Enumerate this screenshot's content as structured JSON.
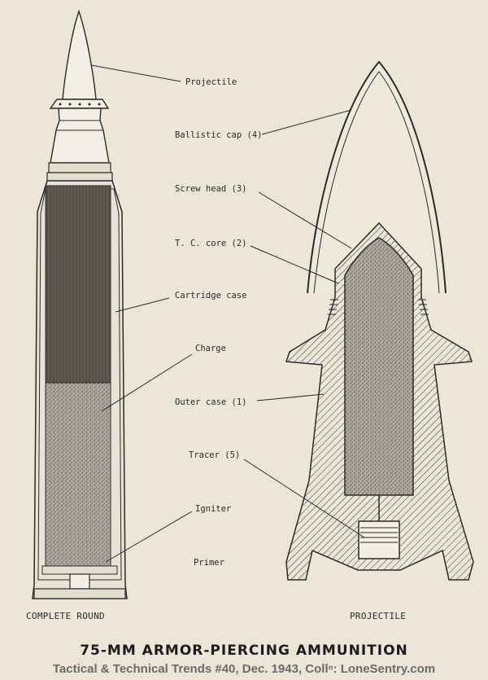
{
  "figure": {
    "title": "75-MM ARMOR-PIERCING AMMUNITION",
    "credit": "Tactical & Technical Trends #40, Dec. 1943, Collⁿ: LoneSentry.com"
  },
  "left_view": {
    "caption": "COMPLETE ROUND",
    "labels": {
      "projectile": "Projectile",
      "cartridge_case": "Cartridge case",
      "charge": "Charge",
      "igniter": "Igniter",
      "primer": "Primer"
    }
  },
  "right_view": {
    "caption": "PROJECTILE",
    "labels": {
      "ballistic_cap": "Ballistic cap (4)",
      "screw_head": "Screw  head (3)",
      "tc_core": "T. C. core (2)",
      "outer_case": "Outer case (1)",
      "tracer": "Tracer (5)"
    }
  },
  "colors": {
    "paper": "#ece6d8",
    "ink": "#2a2a2a",
    "powder": "#aaa59a",
    "case_dark": "#5d5850"
  }
}
